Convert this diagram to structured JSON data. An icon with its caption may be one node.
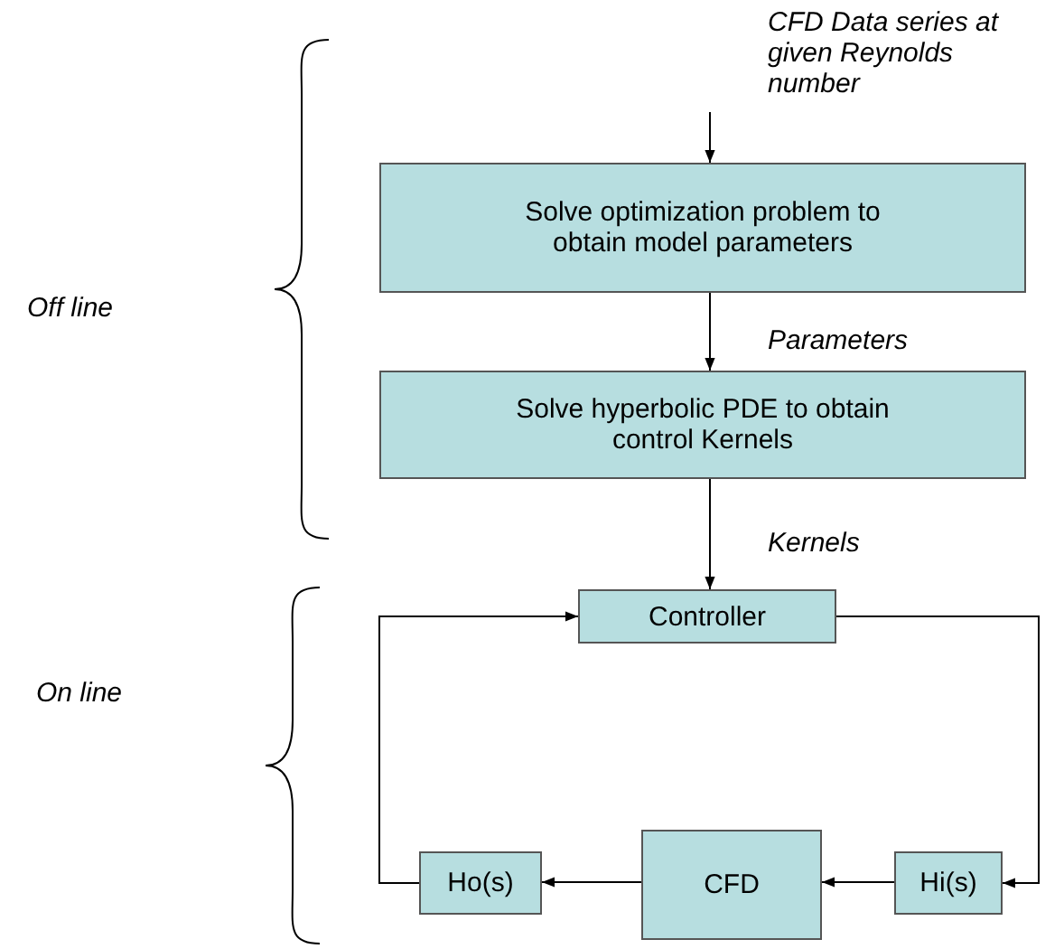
{
  "diagram": {
    "nodes": [
      {
        "text": [
          "CFD Data series at given Reynolds number"
        ]
      },
      {
        "text": [
          "Solve optimization problem to obtain model parameters"
        ]
      },
      {
        "text": [
          "Solve hyperbolic PDE to obtain control Kernels"
        ]
      },
      {
        "text": [
          "Controller"
        ]
      },
      {
        "text": [
          "Hi(s)"
        ]
      },
      {
        "text": [
          "CFD"
        ]
      },
      {
        "text": [
          "Ho(s)"
        ]
      }
    ],
    "edges": [
      {
        "from": 0,
        "to": 1,
        "arrow": "to"
      },
      {
        "from": 1,
        "to": 2,
        "arrow": "to",
        "label": "Parameters"
      },
      {
        "from": 2,
        "to": 3,
        "arrow": "to",
        "label": "Kernels"
      },
      {
        "from": 3,
        "to": 4,
        "arrow": "to"
      },
      {
        "from": 4,
        "to": 5,
        "arrow": "to"
      },
      {
        "from": 5,
        "to": 6,
        "arrow": "to"
      },
      {
        "from": 6,
        "to": 3,
        "arrow": "to"
      }
    ],
    "labels": [
      "Off line",
      "On line"
    ]
  }
}
